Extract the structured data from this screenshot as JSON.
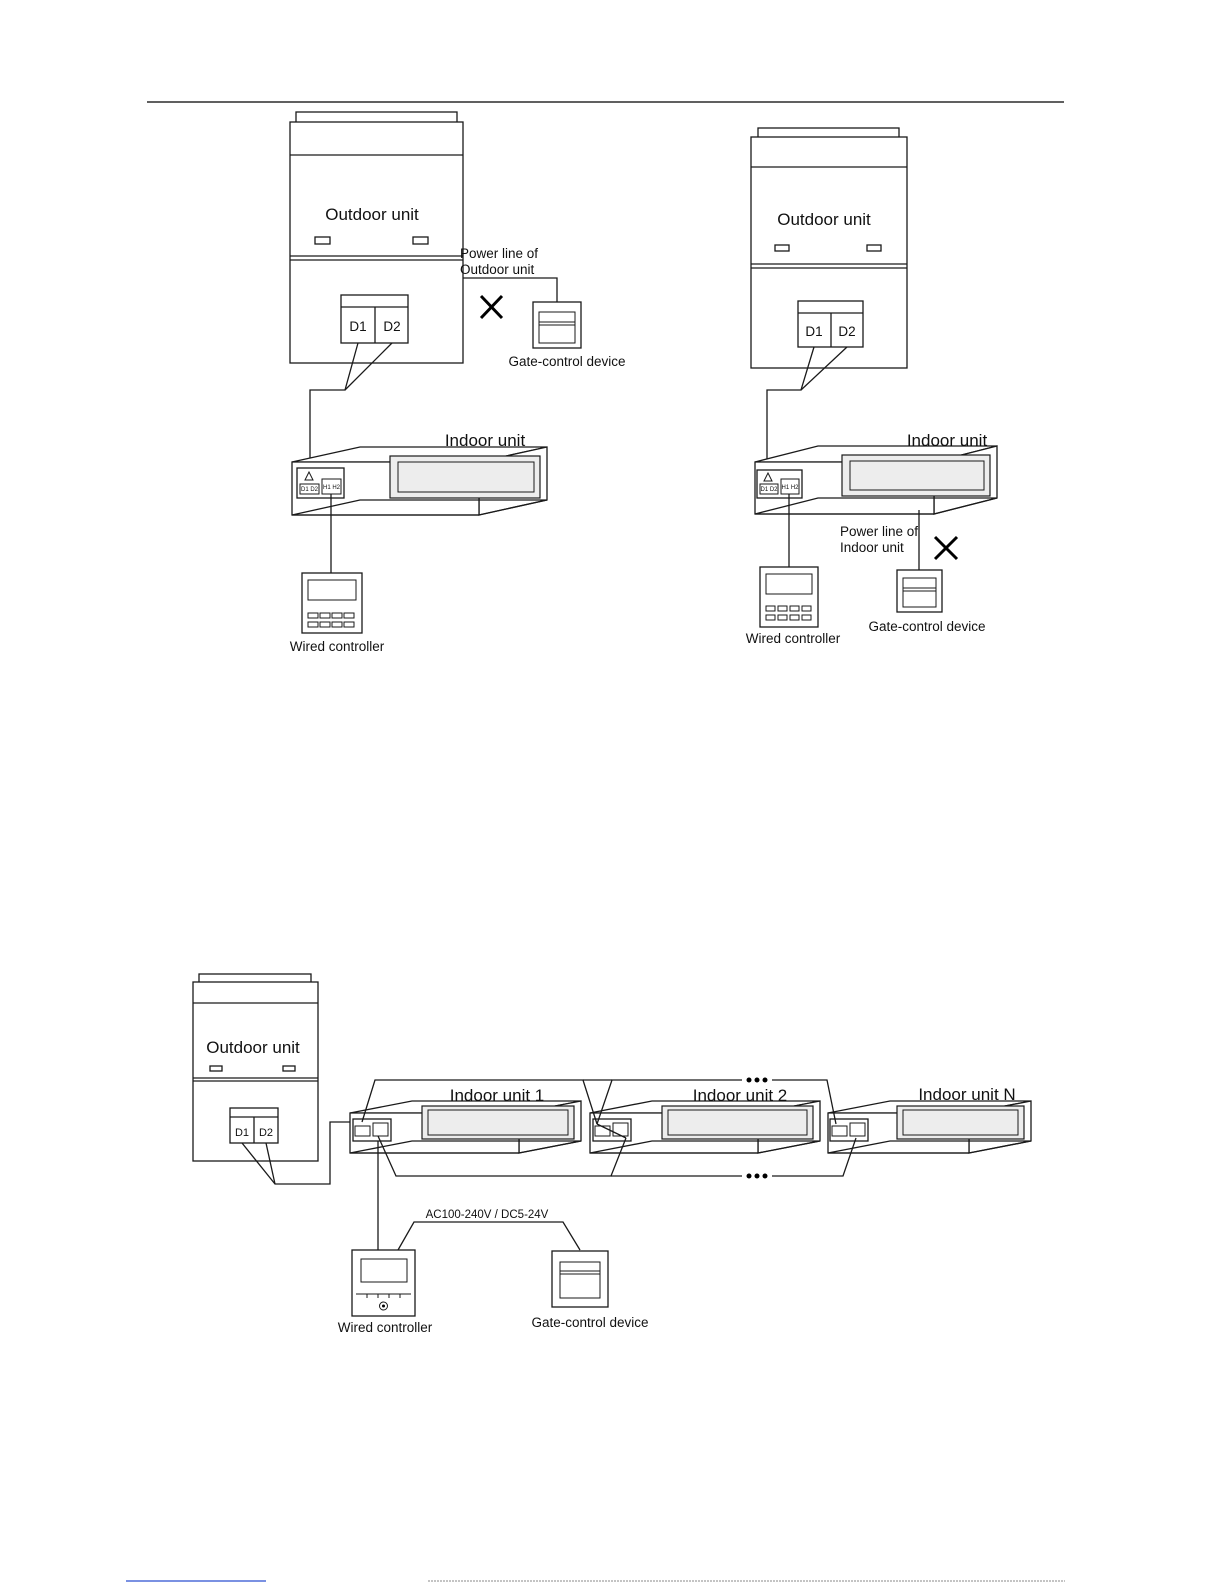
{
  "diagram_left": {
    "outdoor_label": "Outdoor unit",
    "terminal_d1": "D1",
    "terminal_d2": "D2",
    "power_line_line1": "Power line of",
    "power_line_line2": "Outdoor unit",
    "gate_label": "Gate-control device",
    "indoor_label": "Indoor unit",
    "port_d": "D1 D2",
    "port_h": "H1 H2",
    "controller_label": "Wired controller"
  },
  "diagram_right": {
    "outdoor_label": "Outdoor unit",
    "terminal_d1": "D1",
    "terminal_d2": "D2",
    "indoor_label": "Indoor unit",
    "port_d": "D1 D2",
    "port_h": "H1 H2",
    "power_line_line1": "Power line of",
    "power_line_line2": "Indoor unit",
    "gate_label": "Gate-control device",
    "controller_label": "Wired controller"
  },
  "diagram_bottom": {
    "outdoor_label": "Outdoor unit",
    "terminal_d1": "D1",
    "terminal_d2": "D2",
    "indoor_1_label": "Indoor unit 1",
    "indoor_2_label": "Indoor unit 2",
    "indoor_n_label": "Indoor unit N",
    "voltage_label": "AC100-240V / DC5-24V",
    "controller_label": "Wired controller",
    "gate_label": "Gate-control device"
  }
}
